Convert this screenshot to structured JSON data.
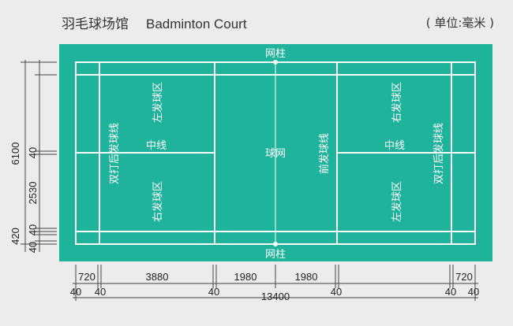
{
  "header": {
    "title_cn": "羽毛球场馆",
    "title_en": "Badminton Court",
    "unit": "( 单位:毫米 )"
  },
  "court": {
    "color": "#1fb39c",
    "line_color": "#ffffff",
    "labels": {
      "post_top": "网柱",
      "post_bottom": "网柱",
      "net": "球网",
      "center_line_left": "中线",
      "center_line_right": "中线",
      "doubles_long_service_left": "双打后发球线",
      "doubles_long_service_right": "双打后发球线",
      "left_service_court_left": "左发球区",
      "right_service_court_left": "右发球区",
      "left_service_court_right": "左发球区",
      "right_service_court_right": "右发球区",
      "short_service_line": "前发球线"
    }
  },
  "dimensions": {
    "vertical": {
      "total_width": "6100",
      "side_lines": [
        "420",
        "40",
        "40"
      ],
      "center_line": "40",
      "service_width": "2530"
    },
    "horizontal": {
      "back_service": [
        "720",
        "720"
      ],
      "service_depth": "3880",
      "short_service": [
        "1980",
        "1980"
      ],
      "line_widths": [
        "40",
        "40",
        "40",
        "40",
        "40",
        "40"
      ],
      "total_length": "13400"
    }
  }
}
